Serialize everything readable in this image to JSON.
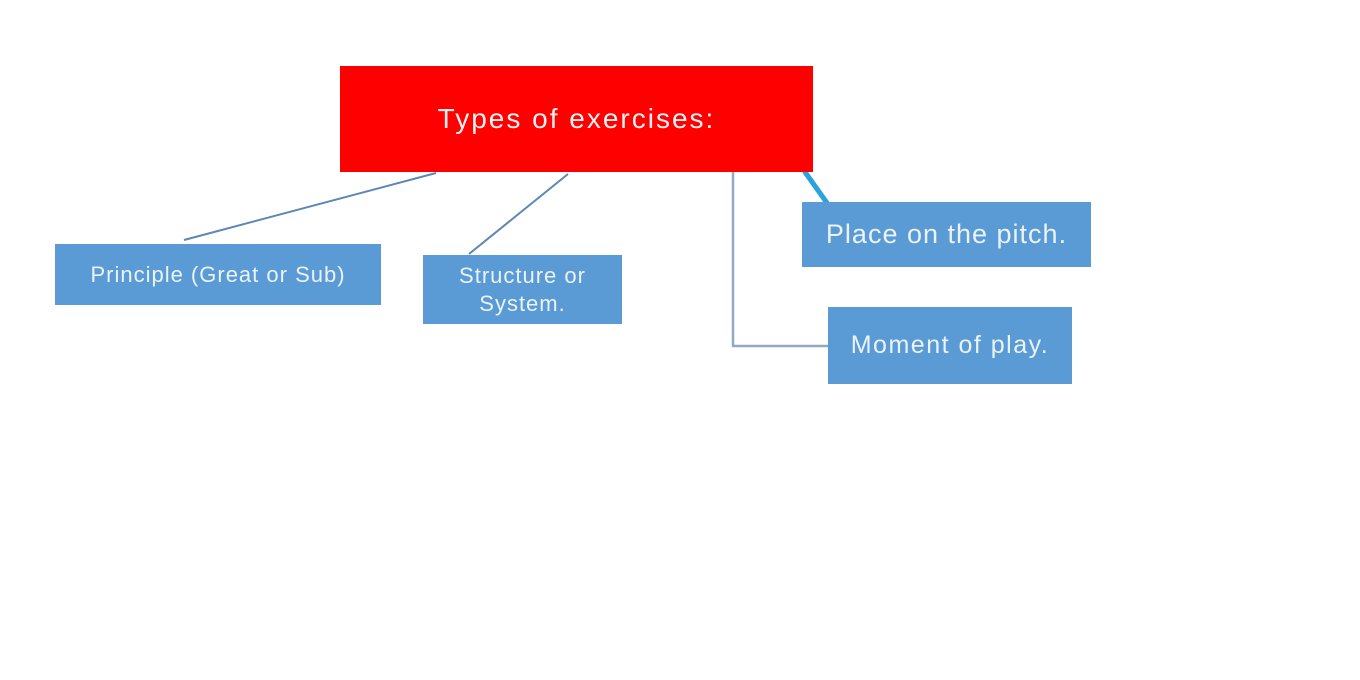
{
  "diagram": {
    "type": "flowchart",
    "background": "#FFFFFF",
    "root": {
      "id": "root",
      "label": "Types of exercises:",
      "fill": "#FE0000",
      "text_color": "#F2F2F2"
    },
    "node_fill": "#5B9BD5",
    "node_text_color": "#EAF2FA",
    "nodes": [
      {
        "id": "principle",
        "label": "Principle (Great or Sub)"
      },
      {
        "id": "structure",
        "label": "Structure or System."
      },
      {
        "id": "place",
        "label": "Place on the pitch."
      },
      {
        "id": "moment",
        "label": "Moment of play."
      }
    ],
    "connectors": [
      {
        "from": "root",
        "to": "principle",
        "style": "thin-diagonal",
        "color": "#5C86B5"
      },
      {
        "from": "root",
        "to": "structure",
        "style": "thin-diagonal",
        "color": "#5C86B5"
      },
      {
        "from": "root",
        "to": "place",
        "style": "thick-accent",
        "color": "#2AA2DE"
      },
      {
        "from": "root",
        "to": "moment",
        "style": "elbow",
        "color": "#91A9C6"
      }
    ]
  }
}
